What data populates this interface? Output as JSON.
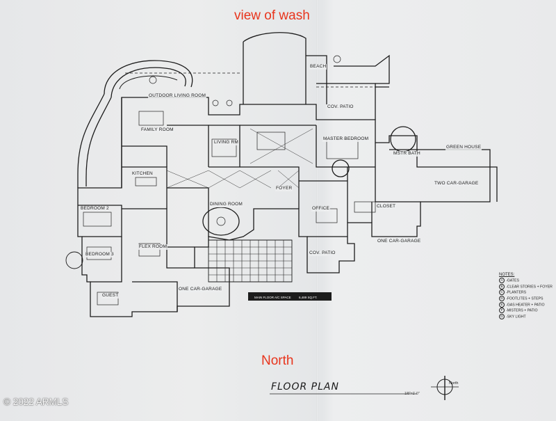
{
  "header": {
    "title": "view of wash"
  },
  "direction": {
    "label": "North"
  },
  "plan": {
    "title": "FLOOR PLAN",
    "scale": "1/8\"=1'-0\"",
    "compass_label": "North",
    "bar_left": "MAIN FLOOR A/C SPACE",
    "bar_right": "6,489 SQ.FT."
  },
  "rooms": {
    "outdoor_living": "OUTDOOR LIVING ROOM",
    "family": "FAMILY ROOM",
    "kitchen": "KITCHEN",
    "living": "LIVING RM",
    "dining": "DINING ROOM",
    "master_bedroom": "MASTER BEDROOM",
    "cov_patio_top": "COV. PATIO",
    "cov_patio_bottom": "COV. PATIO",
    "mstr_bath": "MSTR BATH",
    "green_house": "GREEN HOUSE",
    "two_car": "TWO CAR-GARAGE",
    "one_car_right": "ONE CAR-GARAGE",
    "one_car_left": "ONE CAR-GARAGE",
    "bedroom_2": "BEDROOM 2",
    "bedroom_3": "BEDROOM 3",
    "flex": "FLEX ROOM",
    "guest": "GUEST",
    "office": "OFFICE",
    "closet": "CLOSET",
    "beach": "BEACH",
    "foyer": "FOYER"
  },
  "notes": {
    "title": "NOTES:",
    "items": [
      {
        "letter": "A",
        "text": "-GATES"
      },
      {
        "letter": "B",
        "text": "-CLEAR STORIES + FOYER"
      },
      {
        "letter": "C",
        "text": "-PLANTERS"
      },
      {
        "letter": "D",
        "text": "-FOOTLITES + STEPS"
      },
      {
        "letter": "E",
        "text": "-GAS HEATER + PATIO"
      },
      {
        "letter": "F",
        "text": "-MISTERS + PATIO"
      },
      {
        "letter": "G",
        "text": "-SKY LIGHT"
      }
    ]
  },
  "footer": {
    "copyright": "2022 ARMLS"
  }
}
